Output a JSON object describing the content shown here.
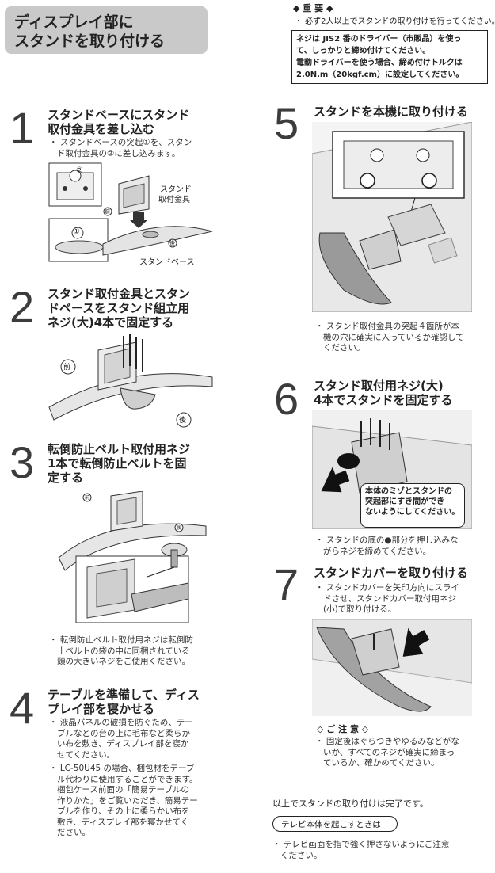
{
  "section_title": [
    "ディスプレイ部に",
    "スタンドを取り付ける"
  ],
  "important": {
    "heading": "◆ 重 要 ◆",
    "line": "・ 必ず2人以上でスタンドの取り付けを行ってください。",
    "box": [
      "ネジは JIS2 番のドライバー（市販品）を使っ",
      "て、しっかりと締め付けてください。",
      "電動ドライバーを使う場合、締め付けトルクは",
      "2.0N.m（20kgf.cm）に設定してください。"
    ]
  },
  "steps": [
    {
      "num": "1",
      "title": [
        "スタンドベースにスタンド",
        "取付金具を差し込む"
      ],
      "notes": [
        "・ スタンドベースの突起①を、スタン",
        "ド取付金具の②に差し込みます。"
      ],
      "labels": {
        "bracket": [
          "スタンド",
          "取付金具"
        ],
        "base": "スタンドベース",
        "front": "前",
        "back": "後",
        "m1": "①",
        "m2": "②"
      }
    },
    {
      "num": "2",
      "title": [
        "スタンド取付金具とスタン",
        "ドベースをスタンド組立用",
        "ネジ(大)4本で固定する"
      ],
      "labels": {
        "front": "前",
        "back": "後"
      }
    },
    {
      "num": "3",
      "title": [
        "転倒防止ベルト取付用ネジ",
        "1本で転倒防止ベルトを固",
        "定する"
      ],
      "notes": [
        "・ 転倒防止ベルト取付用ネジは転倒防",
        "止ベルトの袋の中に同梱されている",
        "頭の大きいネジをご使用ください。"
      ],
      "labels": {
        "front": "前",
        "back": "後"
      }
    },
    {
      "num": "4",
      "title": [
        "テーブルを準備して、ディス",
        "プレイ部を寝かせる"
      ],
      "notes": [
        "・ 液晶パネルの破損を防ぐため、テー",
        "ブルなどの台の上に毛布など柔らか",
        "い布を敷き、ディスプレイ部を寝か",
        "せてください。",
        "・ LC-50U45 の場合、梱包材をテーブ",
        "ル代わりに使用することができます。",
        "梱包ケース前面の「簡易テーブルの",
        "作りかた」をご覧いただき、簡易テー",
        "ブルを作り、その上に柔らかい布を",
        "敷き、ディスプレイ部を寝かせてく",
        "ださい。"
      ]
    },
    {
      "num": "5",
      "title": [
        "スタンドを本機に取り付ける"
      ],
      "notes": [
        "・ スタンド取付金具の突起４箇所が本",
        "機の穴に確実に入っているか確認して",
        "ください。"
      ]
    },
    {
      "num": "6",
      "title": [
        "スタンド取付用ネジ(大)",
        "4本でスタンドを固定する"
      ],
      "callout": [
        "本体のミゾとスタンドの",
        "突起部にすき間ができ",
        "ないようにしてください。"
      ],
      "notes": [
        "・ スタンドの底の●部分を押し込みな",
        "がらネジを締めてください。"
      ]
    },
    {
      "num": "7",
      "title": [
        "スタンドカバーを取り付ける"
      ],
      "notes": [
        "・ スタンドカバーを矢印方向にスライ",
        "ドさせ、スタンドカバー取付用ネジ",
        "(小)で取り付ける。"
      ]
    }
  ],
  "caution": {
    "heading": "◇ ご 注 意 ◇",
    "notes": [
      "・ 固定後はぐらつきやゆるみなどがな",
      "いか、すべてのネジが確実に締まっ",
      "ているか、確かめてください。"
    ]
  },
  "finish": "以上でスタンドの取り付けは完了です。",
  "raise_pill": "テレビ本体を起こすときは",
  "raise_note": [
    "・ テレビ画面を指で強く押さないようにご注意",
    "ください。"
  ]
}
